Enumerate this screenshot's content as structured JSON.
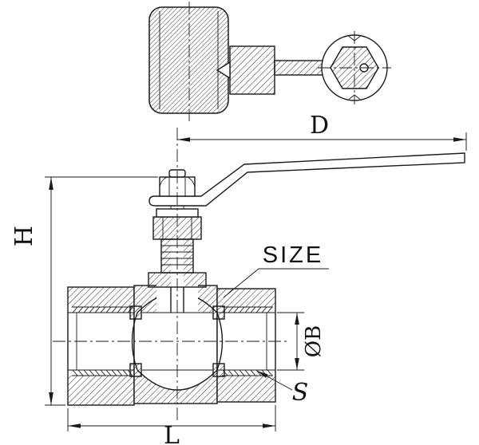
{
  "labels": {
    "d": "D",
    "h": "H",
    "l": "L",
    "size": "SIZE",
    "bore_diameter": "ØB",
    "s": "S"
  },
  "colors": {
    "background": "#ffffff",
    "line_color": "#1a1a1a"
  }
}
